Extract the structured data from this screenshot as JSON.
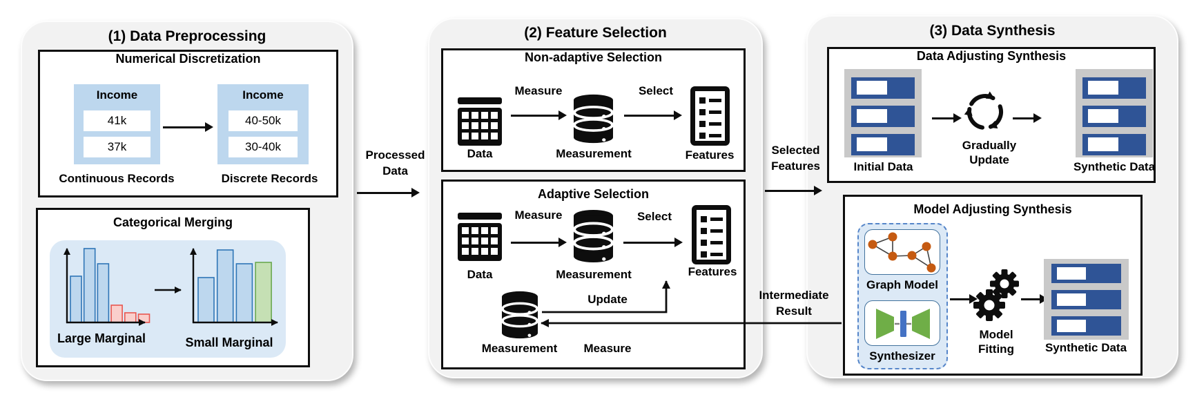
{
  "panel1": {
    "title": "(1) Data Preprocessing",
    "numerical": {
      "title": "Numerical Discretization",
      "left_table": {
        "header": "Income",
        "rows": [
          "41k",
          "37k"
        ],
        "caption": "Continuous Records"
      },
      "right_table": {
        "header": "Income",
        "rows": [
          "40-50k",
          "30-40k"
        ],
        "caption": "Discrete Records"
      }
    },
    "categorical": {
      "title": "Categorical Merging",
      "left_caption": "Large Marginal",
      "right_caption": "Small Marginal",
      "left_bars": {
        "blue": [
          67,
          107,
          85
        ],
        "red": [
          25,
          14,
          12
        ]
      },
      "right_bars": {
        "blue": [
          65,
          105,
          85
        ],
        "green": [
          87
        ]
      }
    }
  },
  "connectors": {
    "processed": {
      "line1": "Processed",
      "line2": "Data"
    },
    "selected": {
      "line1": "Selected",
      "line2": "Features"
    },
    "intermediate": {
      "line1": "Intermediate",
      "line2": "Result"
    }
  },
  "panel2": {
    "title": "(2) Feature Selection",
    "nonadaptive": {
      "title": "Non-adaptive Selection",
      "data": "Data",
      "measure": "Measure",
      "measurement": "Measurement",
      "select": "Select",
      "features": "Features"
    },
    "adaptive": {
      "title": "Adaptive Selection",
      "data": "Data",
      "measure": "Measure",
      "measurement": "Measurement",
      "select": "Select",
      "features": "Features",
      "update": "Update",
      "measurement2": "Measurement",
      "measure2": "Measure"
    }
  },
  "panel3": {
    "title": "(3) Data Synthesis",
    "data_adjusting": {
      "title": "Data Adjusting Synthesis",
      "initial": "Initial Data",
      "gradually": "Gradually",
      "update": "Update",
      "synthetic": "Synthetic Data"
    },
    "model_adjusting": {
      "title": "Model Adjusting Synthesis",
      "graph": "Graph Model",
      "synthesizer": "Synthesizer",
      "model": "Model",
      "fitting": "Fitting",
      "synthetic": "Synthetic Data"
    }
  },
  "colors": {
    "panel_bg": "#f2f2f2",
    "table_blue": "#bdd7ee",
    "chart_bg": "#dbe9f6",
    "bar_blue": "#bdd7ee",
    "bar_blue_border": "#2e75b6",
    "bar_red": "#facfcc",
    "bar_red_border": "#e8564f",
    "bar_green": "#c5e0b4",
    "bar_green_border": "#6aa84f",
    "row_blue": "#2f5496",
    "row_bg": "#c9c9c9",
    "node_orange": "#c55a11",
    "trap_green": "#6fae47",
    "core_blue": "#4472c4"
  }
}
